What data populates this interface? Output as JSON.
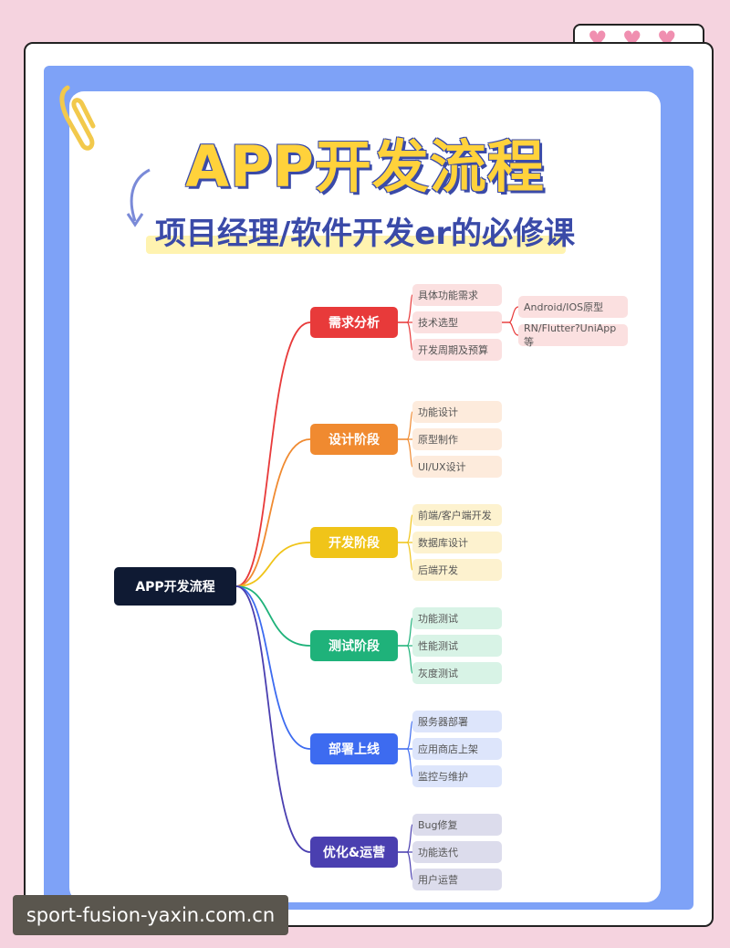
{
  "header": {
    "title": "APP开发流程",
    "subtitle": "项目经理/软件开发er的必修课"
  },
  "mindmap": {
    "root": "APP开发流程",
    "branches": [
      {
        "label": "需求分析",
        "color": "#e83a3a",
        "leaf_bg": "#fbe0e0",
        "children": [
          "具体功能需求",
          "技术选型",
          "开发周期及预算"
        ],
        "sub": [
          "Android/IOS原型",
          "RN/Flutter?UniApp等"
        ]
      },
      {
        "label": "设计阶段",
        "color": "#f08a30",
        "leaf_bg": "#fdebdc",
        "children": [
          "功能设计",
          "原型制作",
          "UI/UX设计"
        ]
      },
      {
        "label": "开发阶段",
        "color": "#f0c419",
        "leaf_bg": "#fdf2cf",
        "children": [
          "前端/客户端开发",
          "数据库设计",
          "后端开发"
        ]
      },
      {
        "label": "测试阶段",
        "color": "#1fb27a",
        "leaf_bg": "#d8f3e6",
        "children": [
          "功能测试",
          "性能测试",
          "灰度测试"
        ]
      },
      {
        "label": "部署上线",
        "color": "#3d6bf0",
        "leaf_bg": "#dde5fb",
        "children": [
          "服务器部署",
          "应用商店上架",
          "监控与维护"
        ]
      },
      {
        "label": "优化&运营",
        "color": "#4a3fb0",
        "leaf_bg": "#dcdcec",
        "children": [
          "Bug修复",
          "功能迭代",
          "用户运营"
        ]
      }
    ]
  },
  "footer": {
    "watermark": "sport-fusion-yaxin.com.cn"
  },
  "decor": {
    "hearts": [
      "♥",
      "♥",
      "♥"
    ]
  }
}
